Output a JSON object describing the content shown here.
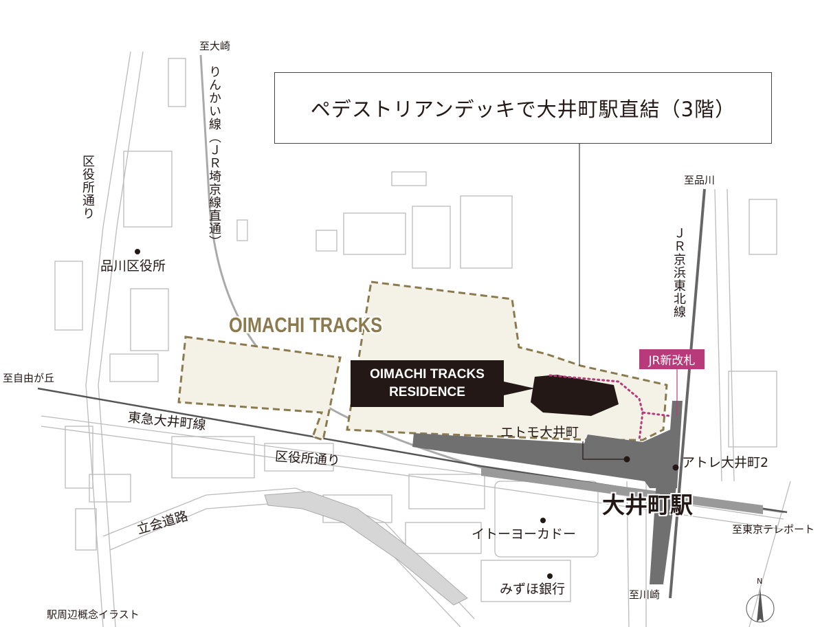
{
  "title": "ペデストリアンデッキで大井町駅直結（3階）",
  "project": "OIMACHI TRACKS",
  "residence": {
    "line1": "OIMACHI TRACKS",
    "line2": "RESIDENCE"
  },
  "station": "大井町駅",
  "gate": "JR新改札",
  "caption": "駅周辺概念イラスト",
  "directions": {
    "osaki": "至大崎",
    "shinagawa": "至品川",
    "jiyugaoka": "至自由が丘",
    "teleport": "至東京テレポート",
    "kawasaki": "至川崎"
  },
  "lines": {
    "rinkai": "りんかい線（ＪＲ埼京線直通）",
    "keihin": "ＪＲ京浜東北線",
    "tokyu": "東急大井町線"
  },
  "roads": {
    "kuyakusho_v": "区役所通り",
    "kuyakusho_h": "区役所通り",
    "tachiai": "立会道路"
  },
  "landmarks": {
    "ward_office": "品川区役所",
    "etomo": "エトモ大井町",
    "atre": "アトレ大井町2",
    "ito_yokado": "イトーヨーカドー",
    "mizuho": "みずほ銀行"
  },
  "compass": "N",
  "colors": {
    "site_fill": "#f4f1e6",
    "site_border": "#8a7a4d",
    "accent_pink": "#b83a7a",
    "station_gray": "#707070",
    "ink": "#231815"
  }
}
